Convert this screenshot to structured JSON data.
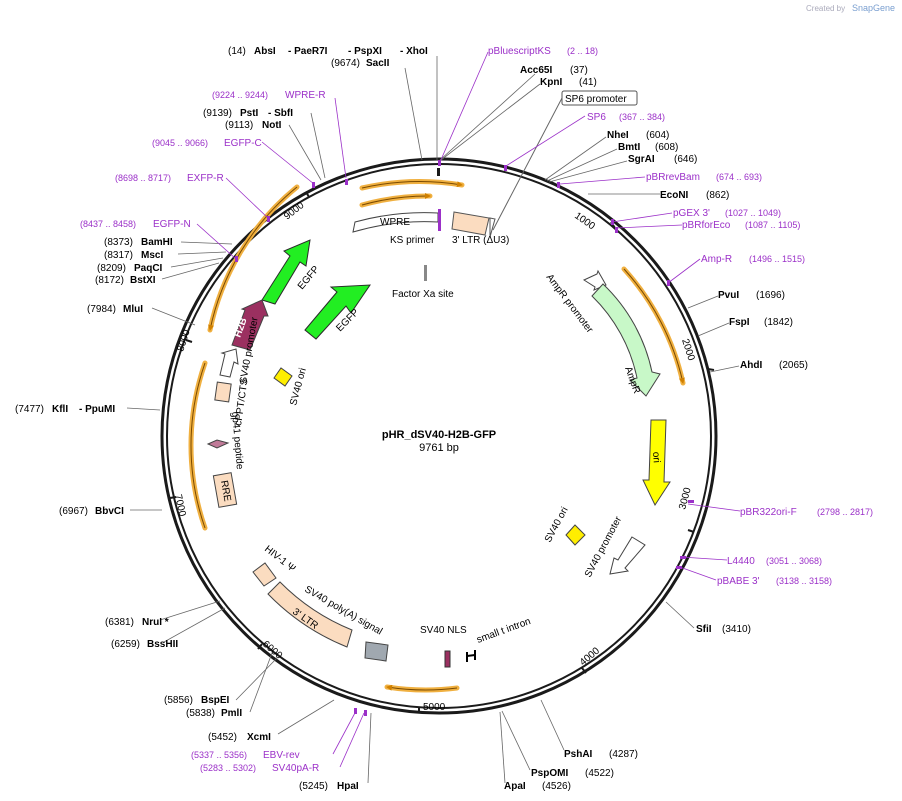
{
  "credit": {
    "prefix": "Created by",
    "brand": "SnapGene"
  },
  "plasmid": {
    "name": "pHR_dSV40-H2B-GFP",
    "size": "9761 bp"
  },
  "ticks": [
    "1000",
    "2000",
    "3000",
    "4000",
    "5000",
    "6000",
    "7000",
    "8000",
    "9000"
  ],
  "sites": [
    {
      "id": "absi",
      "pos": "(14)",
      "name": "AbsI"
    },
    {
      "id": "paer7i",
      "pos": "",
      "name": "- PaeR7I"
    },
    {
      "id": "pspxi",
      "pos": "",
      "name": "- PspXI"
    },
    {
      "id": "xhoi",
      "pos": "",
      "name": "- XhoI"
    },
    {
      "id": "sacii",
      "pos": "(9674)",
      "name": "SacII"
    },
    {
      "id": "acc65i",
      "pos": "(37)",
      "name": "Acc65I"
    },
    {
      "id": "kpni",
      "pos": "(41)",
      "name": "KpnI"
    },
    {
      "id": "nhei",
      "pos": "(604)",
      "name": "NheI"
    },
    {
      "id": "bmti",
      "pos": "(608)",
      "name": "BmtI"
    },
    {
      "id": "sgrai",
      "pos": "(646)",
      "name": "SgrAI"
    },
    {
      "id": "econi",
      "pos": "(862)",
      "name": "EcoNI"
    },
    {
      "id": "pvui",
      "pos": "(1696)",
      "name": "PvuI"
    },
    {
      "id": "fspi",
      "pos": "(1842)",
      "name": "FspI"
    },
    {
      "id": "ahdi",
      "pos": "(2065)",
      "name": "AhdI"
    },
    {
      "id": "sfii",
      "pos": "(3410)",
      "name": "SfiI"
    },
    {
      "id": "pshai",
      "pos": "(4287)",
      "name": "PshAI"
    },
    {
      "id": "pspomi",
      "pos": "(4522)",
      "name": "PspOMI"
    },
    {
      "id": "apai",
      "pos": "(4526)",
      "name": "ApaI"
    },
    {
      "id": "hpai",
      "pos": "(5245)",
      "name": "HpaI"
    },
    {
      "id": "xcmi",
      "pos": "(5452)",
      "name": "XcmI"
    },
    {
      "id": "bspei",
      "pos": "(5856)",
      "name": "BspEI"
    },
    {
      "id": "pmli",
      "pos": "(5838)",
      "name": "PmlI"
    },
    {
      "id": "bsshii",
      "pos": "(6259)",
      "name": "BssHII"
    },
    {
      "id": "nrui",
      "pos": "(6381)",
      "name": "NruI *"
    },
    {
      "id": "bbvci",
      "pos": "(6967)",
      "name": "BbvCI"
    },
    {
      "id": "kfli",
      "pos": "(7477)",
      "name": "KflI"
    },
    {
      "id": "ppumi",
      "pos": "",
      "name": "- PpuMI"
    },
    {
      "id": "mlui",
      "pos": "(7984)",
      "name": "MluI"
    },
    {
      "id": "bstxi",
      "pos": "(8172)",
      "name": "BstXI"
    },
    {
      "id": "paqci",
      "pos": "(8209)",
      "name": "PaqCI"
    },
    {
      "id": "msci",
      "pos": "(8317)",
      "name": "MscI"
    },
    {
      "id": "bamhi",
      "pos": "(8373)",
      "name": "BamHI"
    },
    {
      "id": "noti",
      "pos": "(9113)",
      "name": "NotI"
    },
    {
      "id": "psti",
      "pos": "(9139)",
      "name": "PstI"
    },
    {
      "id": "sbfi",
      "pos": "",
      "name": "- SbfI"
    }
  ],
  "primers": [
    {
      "id": "pbluescriptks",
      "name": "pBluescriptKS",
      "range": "(2 .. 18)"
    },
    {
      "id": "sp6",
      "name": "SP6",
      "range": "(367 .. 384)"
    },
    {
      "id": "pbrrevbam",
      "name": "pBRrevBam",
      "range": "(674 .. 693)"
    },
    {
      "id": "pgex3",
      "name": "pGEX 3'",
      "range": "(1027 .. 1049)"
    },
    {
      "id": "pbrforeco",
      "name": "pBRforEco",
      "range": "(1087 .. 1105)"
    },
    {
      "id": "ampr",
      "name": "Amp-R",
      "range": "(1496 .. 1515)"
    },
    {
      "id": "pbr322ori",
      "name": "pBR322ori-F",
      "range": "(2798 .. 2817)"
    },
    {
      "id": "l4440",
      "name": "L4440",
      "range": "(3051 .. 3068)"
    },
    {
      "id": "pbabe3",
      "name": "pBABE 3'",
      "range": "(3138 .. 3158)"
    },
    {
      "id": "ebvrev",
      "name": "EBV-rev",
      "range": "(5337 .. 5356)"
    },
    {
      "id": "sv40par",
      "name": "SV40pA-R",
      "range": "(5283 .. 5302)"
    },
    {
      "id": "wprer",
      "name": "WPRE-R",
      "range": "(9224 .. 9244)"
    },
    {
      "id": "egfpc",
      "name": "EGFP-C",
      "range": "(9045 .. 9066)"
    },
    {
      "id": "exfpr",
      "name": "EXFP-R",
      "range": "(8698 .. 8717)"
    },
    {
      "id": "egfpn",
      "name": "EGFP-N",
      "range": "(8437 .. 8458)"
    }
  ],
  "features": {
    "sp6_promoter": "SP6 promoter",
    "wpre": "WPRE",
    "ks_primer": "KS primer",
    "ltr3_delta": "3' LTR (ΔU3)",
    "factor_xa": "Factor Xa site",
    "egfp1": "EGFP",
    "egfp2": "EGFP",
    "h2b": "H2B",
    "sv40_promoter_left": "SV40 promoter",
    "sv40_ori_left": "SV40 ori",
    "cppt": "cPPT/CTS",
    "gp41": "gp41 peptide",
    "rre": "RRE",
    "hiv_psi": "HIV-1 Ψ",
    "ltr3": "3' LTR",
    "sv40_polya": "SV40 poly(A) signal",
    "sv40_nls": "SV40 NLS",
    "small_t": "small t intron",
    "ampr_promoter": "AmpR promoter",
    "ampr": "AmpR",
    "ori": "ori",
    "sv40_ori_right": "SV40 ori",
    "sv40_promoter_right": "SV40 promoter"
  },
  "colors": {
    "backbone": "#1a1a1a",
    "primer": "#9b30c8",
    "orf_arc": "#f0a020",
    "egfp": "#22ee22",
    "h2b": "#9b3060",
    "ltr": "#fbdcc0",
    "ampr": "#c8f8c8",
    "ori": "#ffff00",
    "sv40_ori": "#ffee00",
    "polya": "#a0a8b0"
  }
}
